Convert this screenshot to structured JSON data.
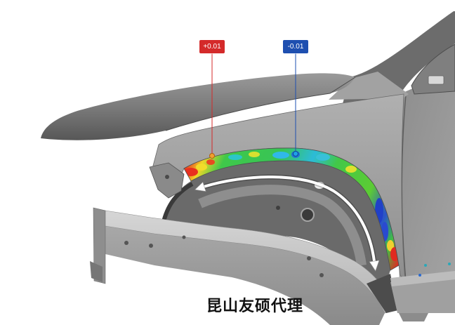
{
  "callouts": {
    "positive": {
      "label": "+0.01",
      "color": "#d42a2a"
    },
    "negative": {
      "label": "-0.01",
      "color": "#1e4fb0"
    }
  },
  "caption": {
    "text": "昆山友硕代理"
  },
  "colors": {
    "background": "#ffffff",
    "arrow": "#ffffff",
    "caption": "#111111"
  }
}
